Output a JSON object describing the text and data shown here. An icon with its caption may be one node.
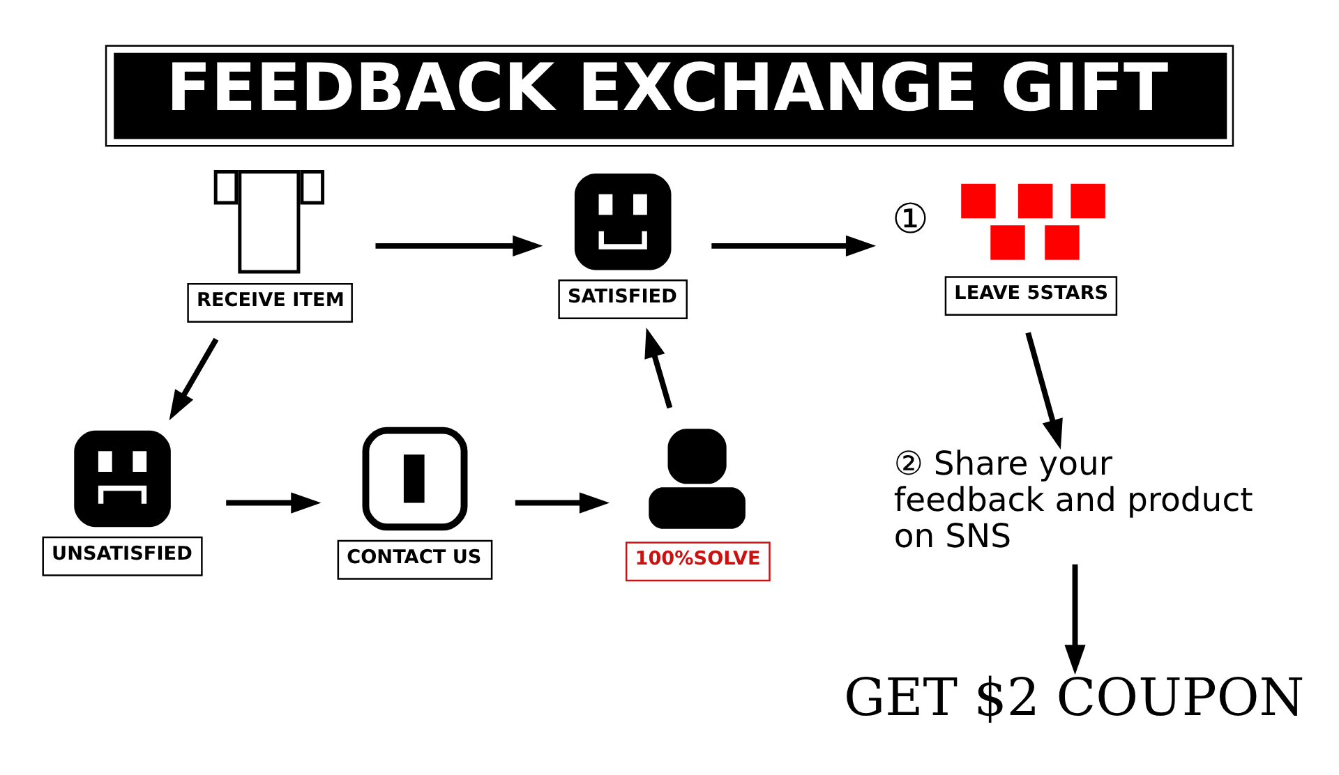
{
  "diagram": {
    "title": "FEEDBACK EXCHANGE GIFT",
    "nodes": [
      {
        "text": [
          "RECEIVE ITEM"
        ]
      },
      {
        "text": [
          "SATISFIED"
        ]
      },
      {
        "text": [
          "LEAVE 5STARS"
        ],
        "beside": [
          "①"
        ]
      },
      {
        "text": [
          "② Share your feedback and product on SNS"
        ]
      },
      {
        "text": [
          "UNSATISFIED"
        ]
      },
      {
        "text": [
          "CONTACT US"
        ]
      },
      {
        "text": [
          "100%SOLVE"
        ]
      },
      {
        "text": [
          "GET $2 COUPON"
        ]
      }
    ],
    "edges": [
      {
        "from": 0,
        "to": 1,
        "arrow": "to"
      },
      {
        "from": 1,
        "to": 2,
        "arrow": "to"
      },
      {
        "from": 0,
        "to": 4,
        "arrow": "to"
      },
      {
        "from": 2,
        "to": 3,
        "arrow": "to"
      },
      {
        "from": 4,
        "to": 5,
        "arrow": "to"
      },
      {
        "from": 5,
        "to": 6,
        "arrow": "to"
      },
      {
        "from": 6,
        "to": 1,
        "arrow": "to"
      },
      {
        "from": 3,
        "to": 7,
        "arrow": "to"
      }
    ]
  }
}
